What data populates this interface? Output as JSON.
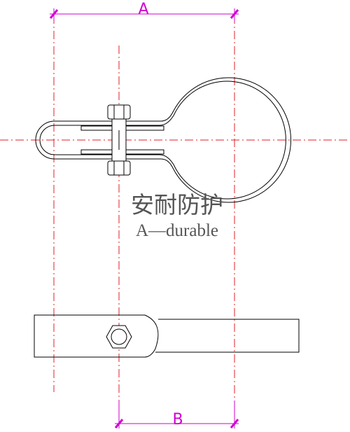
{
  "dimensions": {
    "a_label": "A",
    "b_label": "B"
  },
  "watermark": {
    "chinese": "安耐防护",
    "english": "A—durable"
  },
  "colors": {
    "centerline": "#e0202a",
    "dimension": "#d200d2",
    "part": "#000000",
    "watermark": "#555555"
  }
}
